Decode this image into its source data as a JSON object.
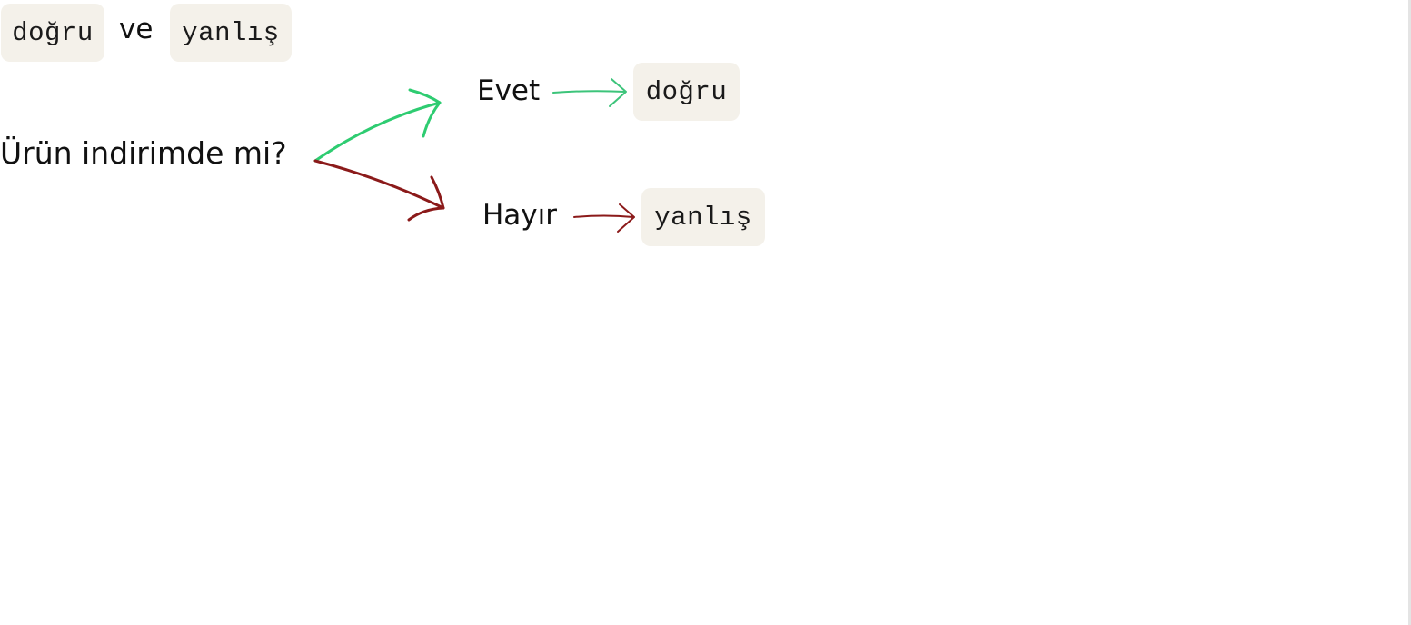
{
  "title": {
    "true_literal": "doğru",
    "connector": "ve",
    "false_literal": "yanlış"
  },
  "question": "Ürün indirimde mi?",
  "branches": [
    {
      "answer": "Evet",
      "result": "doğru",
      "color": "#2ecc71"
    },
    {
      "answer": "Hayır",
      "result": "yanlış",
      "color": "#8b1a1a"
    }
  ],
  "colors": {
    "chip_background": "#f4f1ea",
    "yes_arrow": "#2ecc71",
    "no_arrow": "#8b1a1a"
  }
}
